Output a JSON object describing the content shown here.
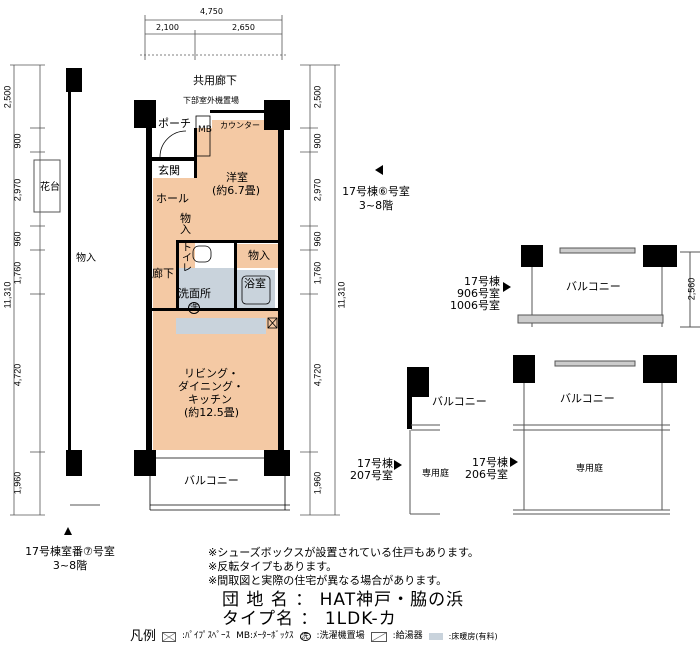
{
  "plan": {
    "top_dims": {
      "total": "4,750",
      "left": "2,100",
      "right": "2,650"
    },
    "side_dims": [
      "2,500",
      "900",
      "2,970",
      "960",
      "1,760",
      "4,720",
      "1,960"
    ],
    "side_total": "11,310",
    "corridor": "共用廊下",
    "outdoor_unit": "下部室外機置場",
    "porch": "ポーチ",
    "mb": "MB",
    "counter": "カウンター",
    "entrance": "玄関",
    "hall": "ホール",
    "western_room": "洋室",
    "western_room_size": "(約6.7畳)",
    "storage": "物入",
    "toilet": "トイレ",
    "corridor_inner": "廊下",
    "washroom": "洗面所",
    "washer_mark": "洗",
    "bathroom": "浴室",
    "ldk_1": "リビング・",
    "ldk_2": "ダイニング・",
    "ldk_3": "キッチン",
    "ldk_size": "(約12.5畳)",
    "balcony": "バルコニー",
    "flower_stand": "花台",
    "garden": "専用庭"
  },
  "units": {
    "left": {
      "building": "17号棟室番⑦号室",
      "floors": "3~8階"
    },
    "right": {
      "building": "17号棟⑥号室",
      "floors": "3~8階"
    },
    "u906": {
      "building": "17号棟",
      "rooms1": "906号室",
      "rooms2": "1006号室",
      "depth": "2,560"
    },
    "u207": {
      "building": "17号棟",
      "room": "207号室"
    },
    "u206": {
      "building": "17号棟",
      "room": "206号室"
    }
  },
  "notes": [
    "※シューズボックスが設置されている住戸もあります。",
    "※反転タイプもあります。",
    "※間取図と実際の住宅が異なる場合があります。"
  ],
  "info": {
    "estate_label": "団 地 名 ：",
    "estate_value": "HAT神戸・脇の浜",
    "type_label": "タイプ名 ：",
    "type_value": "1LDK-カ"
  },
  "legend": {
    "title": "凡例",
    "pipe": ":ﾊﾟｲﾌﾟｽﾍﾟｰｽ",
    "mb": "MB:ﾒｰﾀｰﾎﾞｯｸｽ",
    "washer": ":洗濯機置場",
    "heater": ":給湯器",
    "floor_heating": ":床暖房(有料)"
  },
  "colors": {
    "room": "#f4c9a4",
    "wall": "#000000",
    "dim": "#555555",
    "wet": "#c9d3dc"
  }
}
